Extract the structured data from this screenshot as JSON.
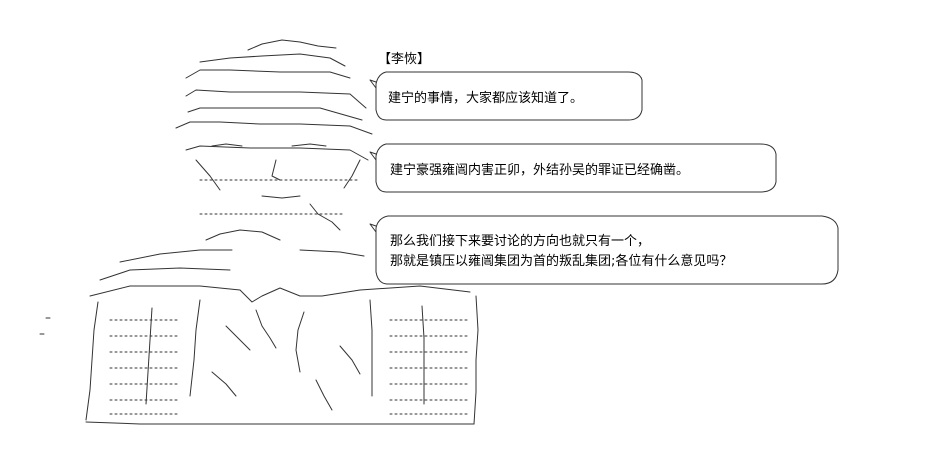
{
  "speaker": "【李恢】",
  "bubbles": [
    {
      "lines": [
        "建宁的事情，大家都应该知道了。"
      ]
    },
    {
      "lines": [
        "建宁豪强雍闿内害正卯，外结孙吴的罪证已经确凿。"
      ]
    },
    {
      "lines": [
        "那么我们接下来要讨论的方向也就只有一个，",
        "那就是镇压以雍闿集团为首的叛乱集团;各位有什么意见吗？"
      ]
    }
  ],
  "colors": {
    "background": "#ffffff",
    "ink": "#000000",
    "art_ink": "#333333"
  }
}
